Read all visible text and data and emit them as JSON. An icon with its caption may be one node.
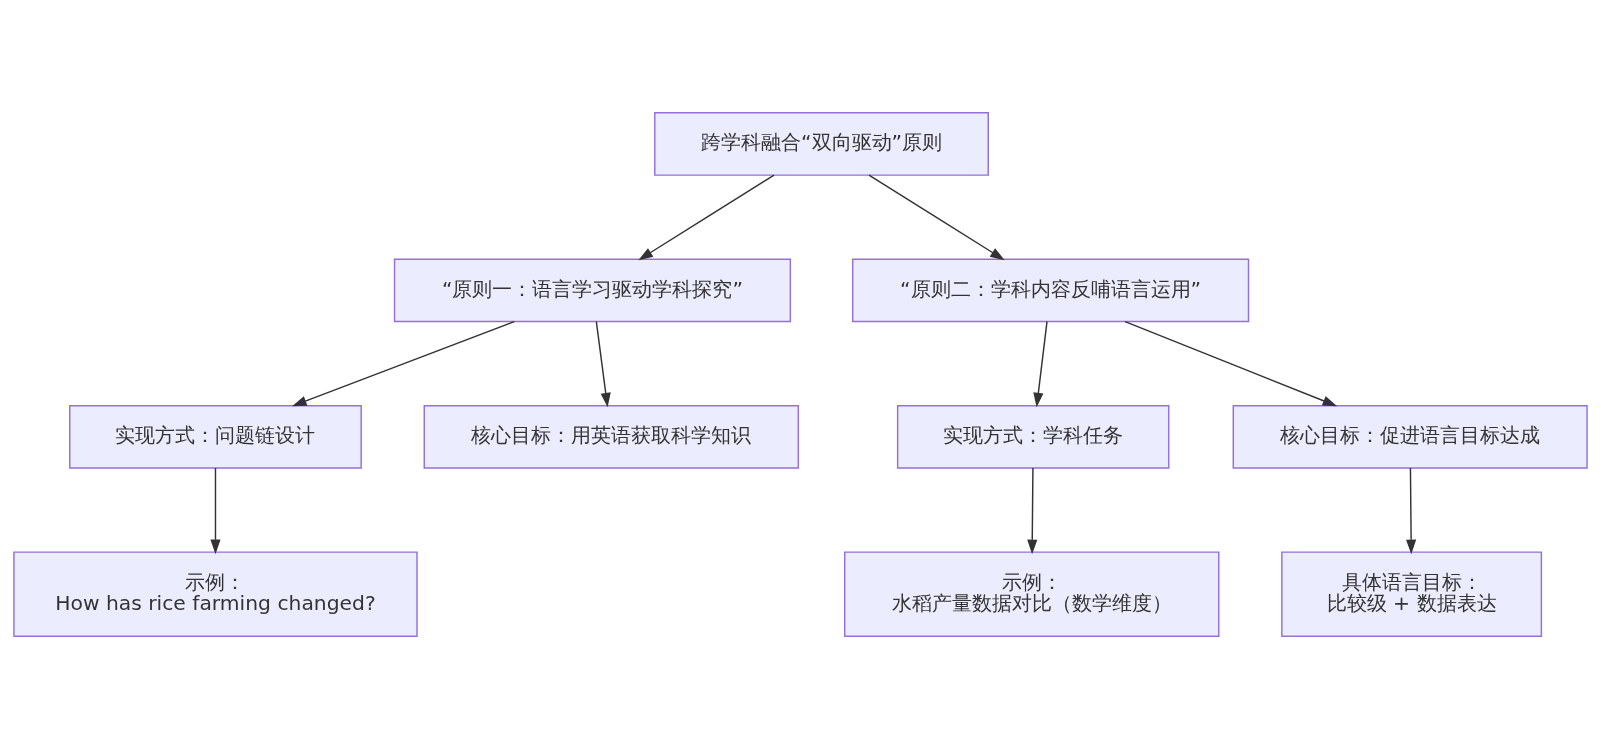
{
  "diagram": {
    "nodes": [
      {
        "text": [
          "跨学科融合“双向驱动”原则"
        ]
      },
      {
        "text": [
          "“原则一：语言学习驱动学科探究”"
        ]
      },
      {
        "text": [
          "“原则二：学科内容反哺语言运用”"
        ]
      },
      {
        "text": [
          "实现方式：问题链设计"
        ]
      },
      {
        "text": [
          "核心目标：用英语获取科学知识"
        ]
      },
      {
        "text": [
          "实现方式：学科任务"
        ]
      },
      {
        "text": [
          "核心目标：促进语言目标达成"
        ]
      },
      {
        "text": [
          "示例：",
          "How has rice farming changed?"
        ]
      },
      {
        "text": [
          "示例：",
          "水稻产量数据对比（数学维度）"
        ]
      },
      {
        "text": [
          "具体语言目标：",
          "比较级 + 数据表达"
        ]
      }
    ],
    "edges": [
      {
        "from": 0,
        "to": 1,
        "arrow": "to"
      },
      {
        "from": 0,
        "to": 2,
        "arrow": "to"
      },
      {
        "from": 1,
        "to": 3,
        "arrow": "to"
      },
      {
        "from": 1,
        "to": 4,
        "arrow": "to"
      },
      {
        "from": 2,
        "to": 5,
        "arrow": "to"
      },
      {
        "from": 2,
        "to": 6,
        "arrow": "to"
      },
      {
        "from": 3,
        "to": 7,
        "arrow": "to"
      },
      {
        "from": 5,
        "to": 8,
        "arrow": "to"
      },
      {
        "from": 6,
        "to": 9,
        "arrow": "to"
      }
    ]
  }
}
